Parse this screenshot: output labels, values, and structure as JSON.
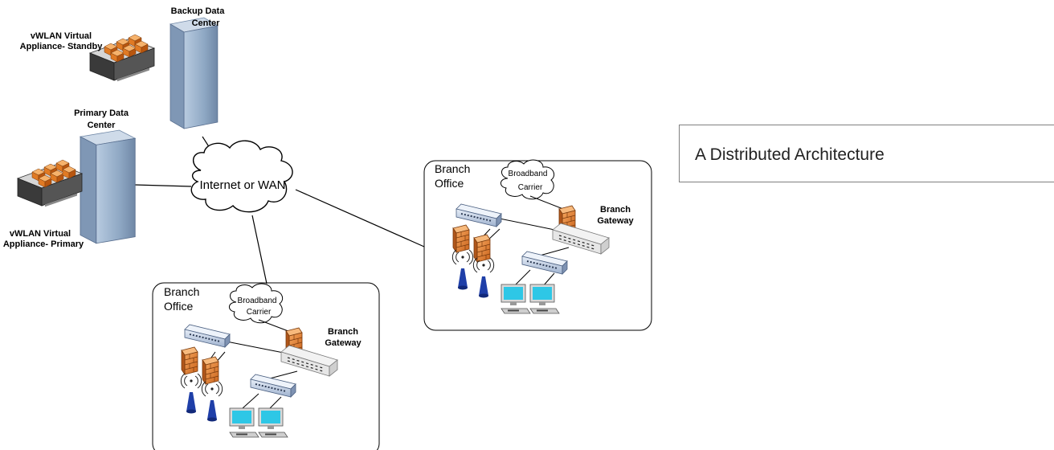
{
  "backup_dc": {
    "label_line1": "Backup Data",
    "label_line2": "Center"
  },
  "primary_dc": {
    "label_line1": "Primary Data",
    "label_line2": "Center"
  },
  "vwlan_standby": {
    "label_line1": "vWLAN Virtual",
    "label_line2": "Appliance- Standby"
  },
  "vwlan_primary": {
    "label_line1": "vWLAN Virtual",
    "label_line2": "Appliance- Primary"
  },
  "wan": {
    "label": "Internet or WAN"
  },
  "branch_right": {
    "title_line1": "Branch",
    "title_line2": "Office",
    "carrier_line1": "Broadband",
    "carrier_line2": "Carrier",
    "gateway_line1": "Branch",
    "gateway_line2": "Gateway"
  },
  "branch_bottom": {
    "title_line1": "Branch",
    "title_line2": "Office",
    "carrier_line1": "Broadband",
    "carrier_line2": "Carrier",
    "gateway_line1": "Branch",
    "gateway_line2": "Gateway"
  },
  "caption": "A Distributed Architecture",
  "colors": {
    "firewall": "#e8873a",
    "building": "#9fb6d0",
    "switch": "#c7d5ea",
    "antenna": "#1f3fa8",
    "monitor": "#2ec7e6"
  }
}
